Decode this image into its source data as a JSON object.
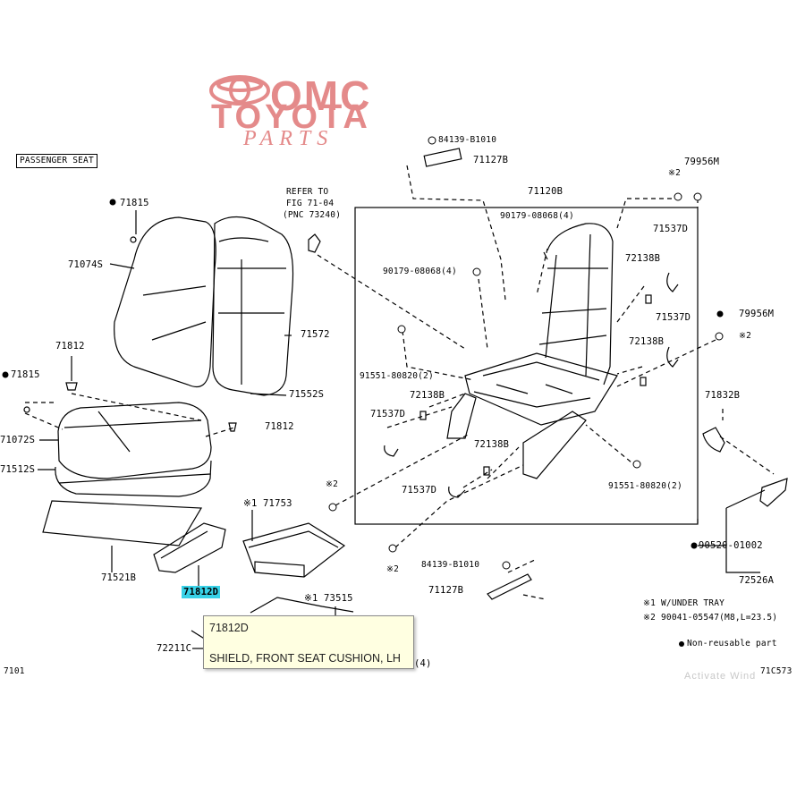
{
  "brand": {
    "line1": "OMC",
    "line2": "TOYOTA",
    "line3": "PARTS",
    "color": "#e48a8a"
  },
  "section_label": "PASSENGER SEAT",
  "callouts": {
    "p71815_top": "71815",
    "p71074S": "71074S",
    "p71572": "71572",
    "p71552S": "71552S",
    "p71812_left": "71812",
    "p71815_left": "71815",
    "p71812_mid": "71812",
    "p71072S": "71072S",
    "p71512S": "71512S",
    "p71521B": "71521B",
    "p71812D": "71812D",
    "p71753": "※1 71753",
    "p73515": "※1 73515",
    "p72211C": "72211C",
    "p4": "(4)",
    "refer1": "REFER TO",
    "refer2": "FIG 71-04",
    "refer3": "(PNC 73240)",
    "p84139_top": "84139-B1010",
    "p71127B_top": "71127B",
    "p71120B": "71120B",
    "p90179_a": "90179-08068(4)",
    "p90179_b": "90179-08068(4)",
    "p79956M_a": "79956M",
    "p79956M_b": "79956M",
    "mark2_top": "※2",
    "mark2_right": "※2",
    "mark2_left": "※2",
    "mark2_bottom": "※2",
    "p71537D_a": "71537D",
    "p71537D_b": "71537D",
    "p71537D_c": "71537D",
    "p71537D_d": "71537D",
    "p72138B_a": "72138B",
    "p72138B_b": "72138B",
    "p72138B_c": "72138B",
    "p72138B_d": "72138B",
    "p91551_a": "91551-80820(2)",
    "p91551_b": "91551-80820(2)",
    "p71832B": "71832B",
    "p84139_bot": "84139-B1010",
    "p71127B_bot": "71127B",
    "p90520": "90520-01002",
    "p72526A": "72526A",
    "note1": "※1 W/UNDER TRAY",
    "note2": "※2 90041-05547(M8,L=23.5)",
    "note3": "Non-reusable part",
    "fig_left": "7101",
    "fig_right": "71C573"
  },
  "tooltip": {
    "code": "71812D",
    "name": "SHIELD, FRONT SEAT CUSHION, LH"
  },
  "watermark": "Activate Wind",
  "colors": {
    "highlight": "#38d2e8",
    "tooltip_bg": "#ffffe1"
  }
}
